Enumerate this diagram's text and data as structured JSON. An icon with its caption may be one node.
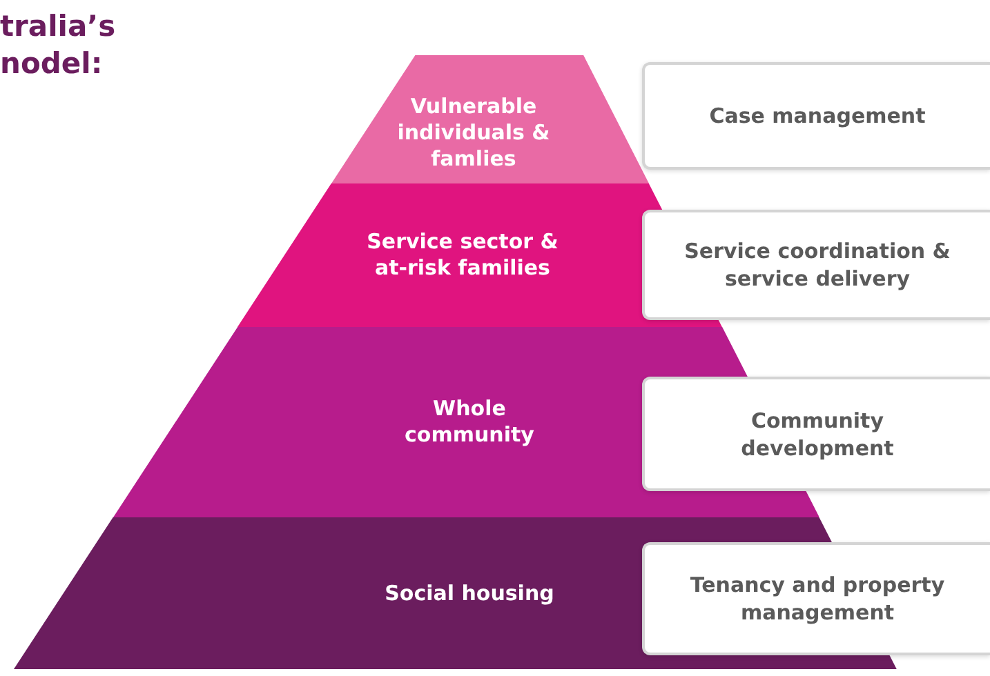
{
  "diagram": {
    "title": "tralia’s nodel:",
    "nodes": [
      {
        "text": [
          "Vulnerable individuals & famlies"
        ]
      },
      {
        "text": [
          "Case management"
        ]
      },
      {
        "text": [
          "Service sector & at-risk families"
        ]
      },
      {
        "text": [
          "Service coordination & service delivery"
        ]
      },
      {
        "text": [
          "Whole community"
        ]
      },
      {
        "text": [
          "Community development"
        ]
      },
      {
        "text": [
          "Social housing"
        ]
      },
      {
        "text": [
          "Tenancy and property management"
        ]
      }
    ]
  }
}
